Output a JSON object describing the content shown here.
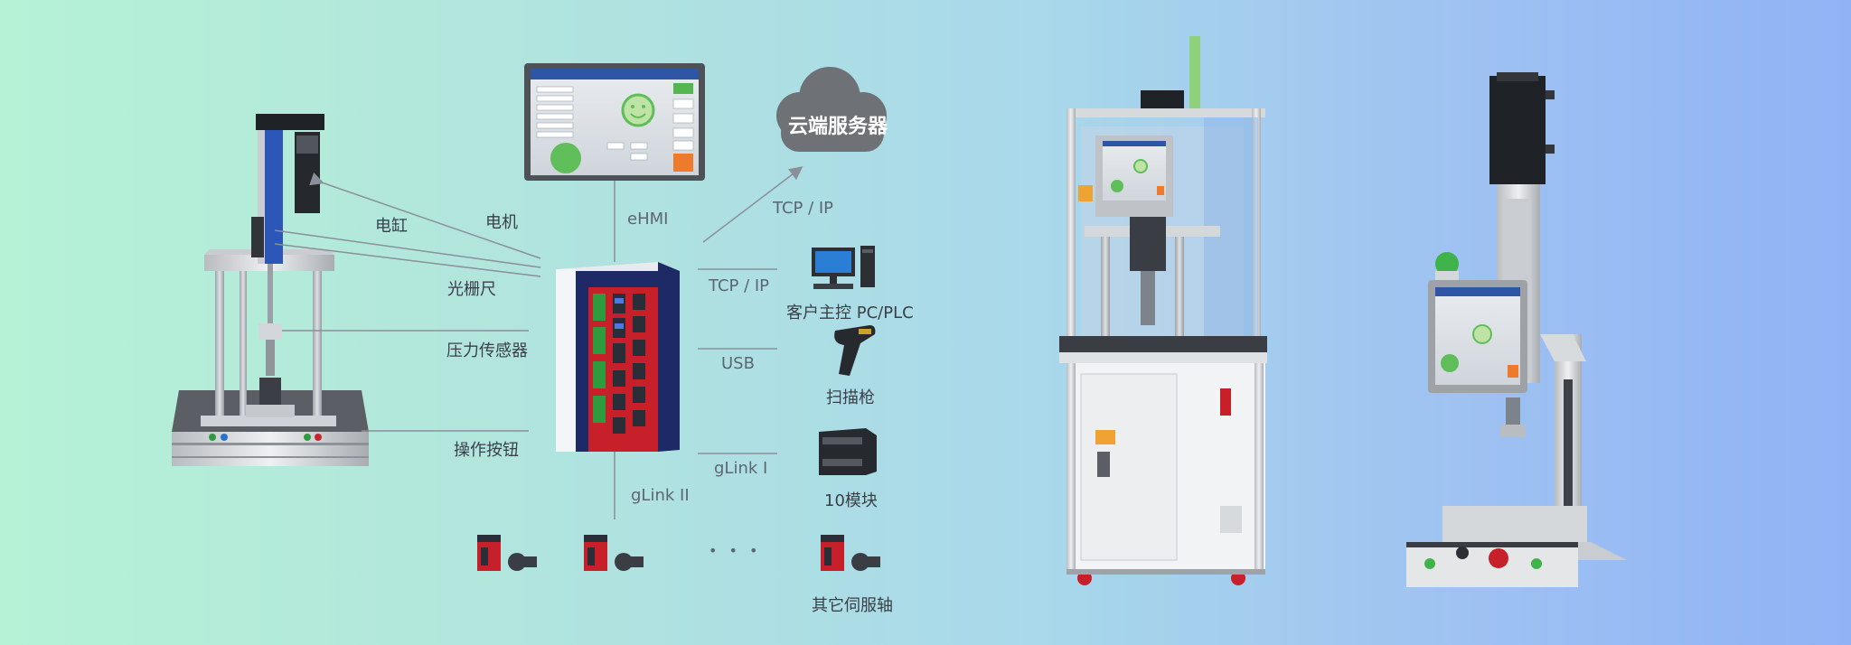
{
  "labels": {
    "motor": "电机",
    "cylinder": "电缸",
    "grating": "光栅尺",
    "pressure_sensor": "压力传感器",
    "button": "操作按钮",
    "ehmi": "eHMI",
    "cloud": "云端服务器",
    "tcp_up": "TCP / IP",
    "tcp_pc": "TCP / IP",
    "pc_plc": "客户主控 PC/PLC",
    "usb": "USB",
    "scanner": "扫描枪",
    "glink1": "gLink I",
    "io": "10模块",
    "glink2": "gLink II",
    "ellipsis": "• • •",
    "servo": "其它伺服轴"
  },
  "colors": {
    "controller_red": "#c8202a",
    "controller_navy": "#1e2a66",
    "line": "#8a9099",
    "cloud": "#6e7176"
  }
}
